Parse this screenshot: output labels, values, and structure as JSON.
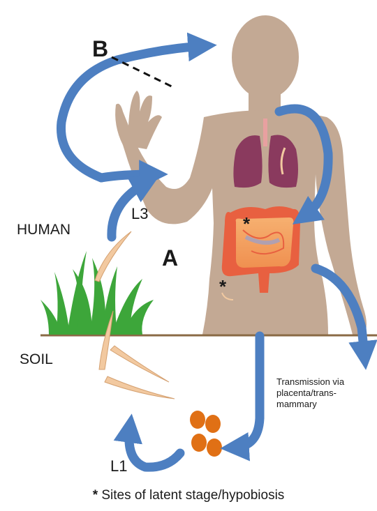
{
  "labels": {
    "route_a": "A",
    "route_b": "B",
    "human": "HUMAN",
    "soil": "SOIL",
    "stage_l3": "L3",
    "stage_l1": "L1",
    "transmission_line1": "Transmission via",
    "transmission_line2": "placenta/trans-",
    "transmission_line3": "mammary",
    "latent_marker": "*"
  },
  "legend": {
    "symbol": "*",
    "text": "Sites of latent stage/hypobiosis"
  },
  "colors": {
    "arrow": "#4d7fc1",
    "body": "#c3a994",
    "soil_line": "#8a6a45",
    "grass": "#3da63a",
    "egg": "#e07015",
    "larva": "#f2c9a0",
    "lung": "#8a3a5e",
    "intestine": "#e86040"
  }
}
